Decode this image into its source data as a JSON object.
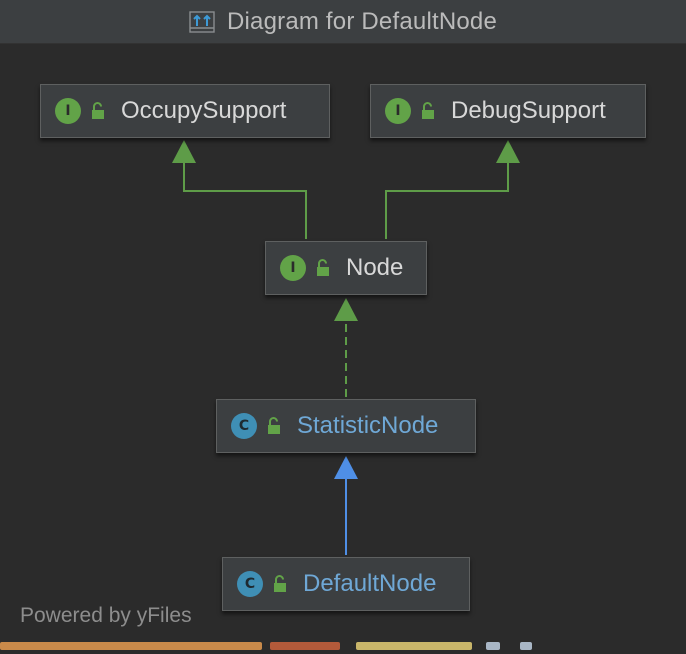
{
  "window": {
    "title": "Diagram for DefaultNode",
    "title_icon": "class-diagram-icon"
  },
  "nodes": {
    "occupy_support": {
      "label": "OccupySupport",
      "kind": "I",
      "kind_name": "interface",
      "icon": "unlocked-icon"
    },
    "debug_support": {
      "label": "DebugSupport",
      "kind": "I",
      "kind_name": "interface",
      "icon": "unlocked-icon"
    },
    "node": {
      "label": "Node",
      "kind": "I",
      "kind_name": "interface",
      "icon": "unlocked-icon"
    },
    "statistic_node": {
      "label": "StatisticNode",
      "kind": "C",
      "kind_name": "class",
      "icon": "unlocked-icon"
    },
    "default_node": {
      "label": "DefaultNode",
      "kind": "C",
      "kind_name": "class",
      "icon": "unlocked-icon"
    }
  },
  "edges": [
    {
      "from": "Node",
      "to": "OccupySupport",
      "type": "extends",
      "style": "solid",
      "color": "#5e9c48"
    },
    {
      "from": "Node",
      "to": "DebugSupport",
      "type": "extends",
      "style": "solid",
      "color": "#5e9c48"
    },
    {
      "from": "StatisticNode",
      "to": "Node",
      "type": "implements",
      "style": "dashed",
      "color": "#5e9c48"
    },
    {
      "from": "DefaultNode",
      "to": "StatisticNode",
      "type": "extends",
      "style": "solid",
      "color": "#4f8fe6"
    }
  ],
  "footer": {
    "powered_by": "Powered by yFiles"
  },
  "colors": {
    "background": "#2b2b2b",
    "node_fill": "#3c3f41",
    "interface_badge": "#62a348",
    "class_badge": "#3f8fb5",
    "class_label": "#6fa8d6",
    "interface_edge": "#5e9c48",
    "class_edge": "#4f8fe6"
  }
}
